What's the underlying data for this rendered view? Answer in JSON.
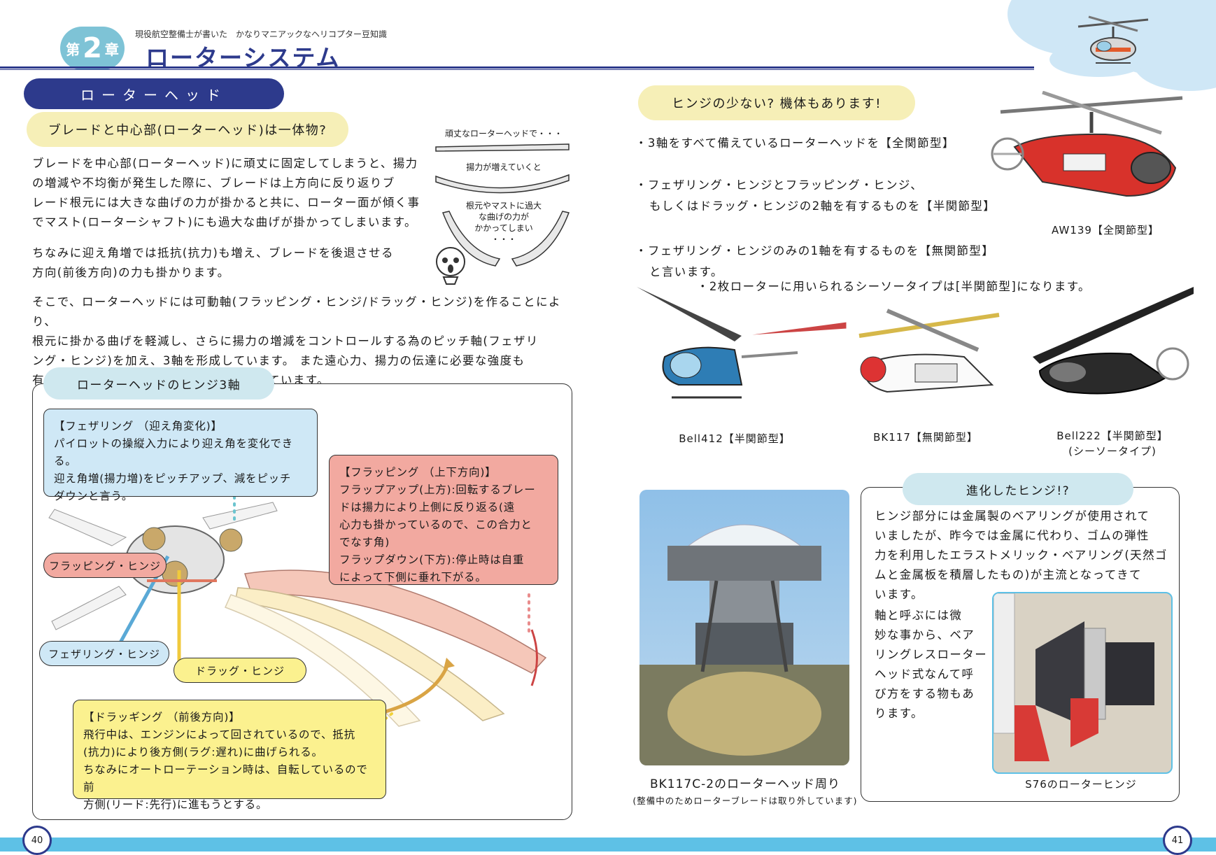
{
  "header": {
    "chapter_prefix": "第",
    "chapter_number": "2",
    "chapter_suffix": "章",
    "series_subtitle": "現役航空整備士が書いた　かなりマニアックなヘリコプター豆知識",
    "chapter_title": "ローターシステム"
  },
  "left_page": {
    "section_pill": "ローターヘッド",
    "question_heading": "ブレードと中心部(ローターヘッド)は一体物?",
    "para1": [
      "ブレードを中心部(ローターヘッド)に頑丈に固定してしまうと、揚力",
      "の増減や不均衡が発生した際に、ブレードは上方向に反り返りブ",
      "レード根元には大きな曲げの力が掛かると共に、ローター面が傾く事",
      "でマスト(ローターシャフト)にも過大な曲げが掛かってしまいます。"
    ],
    "para2": [
      "ちなみに迎え角増では抵抗(抗力)も増え、ブレードを後退させる",
      "方向(前後方向)の力も掛かります。"
    ],
    "para3": [
      "そこで、ローターヘッドには可動軸(フラッピング・ヒンジ/ドラッグ・ヒンジ)を作ることにより、",
      "根元に掛かる曲げを軽減し、さらに揚力の増減をコントロールする為のピッチ軸(フェザリ",
      "ング・ヒンジ)を加え、3軸を形成しています。 また遠心力、揚力の伝達に必要な強度も",
      "有しローターシャフト(マスト)に結合されています。"
    ],
    "margin_sketch": {
      "line1": "頑丈なローターヘッドで・・・",
      "line2": "揚力が増えていくと",
      "line3": [
        "根元やマストに過大",
        "な曲げの力が",
        "かかってしまい",
        "・・・"
      ]
    },
    "diagram": {
      "title": "ローターヘッドのヒンジ3軸",
      "feathering_note": {
        "title": "【フェザリング （迎え角変化)】",
        "lines": [
          "パイロットの操縦入力により迎え角を変化できる。",
          "迎え角増(揚力増)をピッチアップ、減をピッチ",
          "ダウンと言う。"
        ]
      },
      "flapping_note": {
        "title": "【フラッピング （上下方向)】",
        "lines": [
          "フラップアップ(上方):回転するブレー",
          "ドは揚力により上側に反り返る(遠",
          "心力も掛かっているので、この合力と",
          "でなす角)",
          "フラップダウン(下方):停止時は自重",
          "によって下側に垂れ下がる。"
        ]
      },
      "dragging_note": {
        "title": "【ドラッギング （前後方向)】",
        "lines": [
          "飛行中は、エンジンによって回されているので、抵抗",
          "(抗力)により後方側(ラグ:遅れ)に曲げられる。",
          "ちなみにオートローテーション時は、自転しているので前",
          "方側(リード:先行)に進もうとする。"
        ]
      },
      "tag_flapping": "フラッピング・ヒンジ",
      "tag_feathering": "フェザリング・ヒンジ",
      "tag_drag": "ドラッグ・ヒンジ"
    },
    "page_number": "40"
  },
  "right_page": {
    "question_heading": "ヒンジの少ない? 機体もあります!",
    "bullet1": "・3軸をすべて備えているローターヘッドを【全関節型】",
    "bullet2a": "・フェザリング・ヒンジとフラッピング・ヒンジ、",
    "bullet2b": "もしくはドラッグ・ヒンジの2軸を有するものを【半関節型】",
    "bullet3a": "・フェザリング・ヒンジのみの1軸を有するものを【無関節型】",
    "bullet3b": "と言います。",
    "aw139_caption": "AW139【全関節型】",
    "seesaw_line": "・2枚ローターに用いられるシーソータイプは[半関節型]になります。",
    "bell412_caption": "Bell412【半関節型】",
    "bk117_caption": "BK117【無関節型】",
    "bell222_caption1": "Bell222【半関節型】",
    "bell222_caption2": "(シーソータイプ)",
    "photo_caption1": "BK117C-2のローターヘッド周り",
    "photo_caption2": "(整備中のためローターブレードは取り外しています)",
    "evolved": {
      "heading": "進化したヒンジ!?",
      "para1": [
        "ヒンジ部分には金属製のベアリングが使用されて",
        "いましたが、昨今では金属に代わり、ゴムの弾性",
        "力を利用したエラストメリック・ベアリング(天然ゴ",
        "ムと金属板を積層したもの)が主流となってきて",
        "います。"
      ],
      "para2": [
        "軸と呼ぶには微",
        "妙な事から、ベア",
        "リングレスローター",
        "ヘッド式なんて呼",
        "び方をする物もあ",
        "ります。"
      ],
      "s76_caption": "S76のローターヒンジ"
    },
    "page_number": "41"
  },
  "colors": {
    "navy": "#2d3a8c",
    "cloud_yellow": "#f6efb7",
    "cloud_blue": "#cfe8ef",
    "note_blue": "#cfe8f6",
    "note_pink": "#f2a9a0",
    "note_yellow": "#fbf18f",
    "bottom_bar": "#5ec1e6"
  }
}
